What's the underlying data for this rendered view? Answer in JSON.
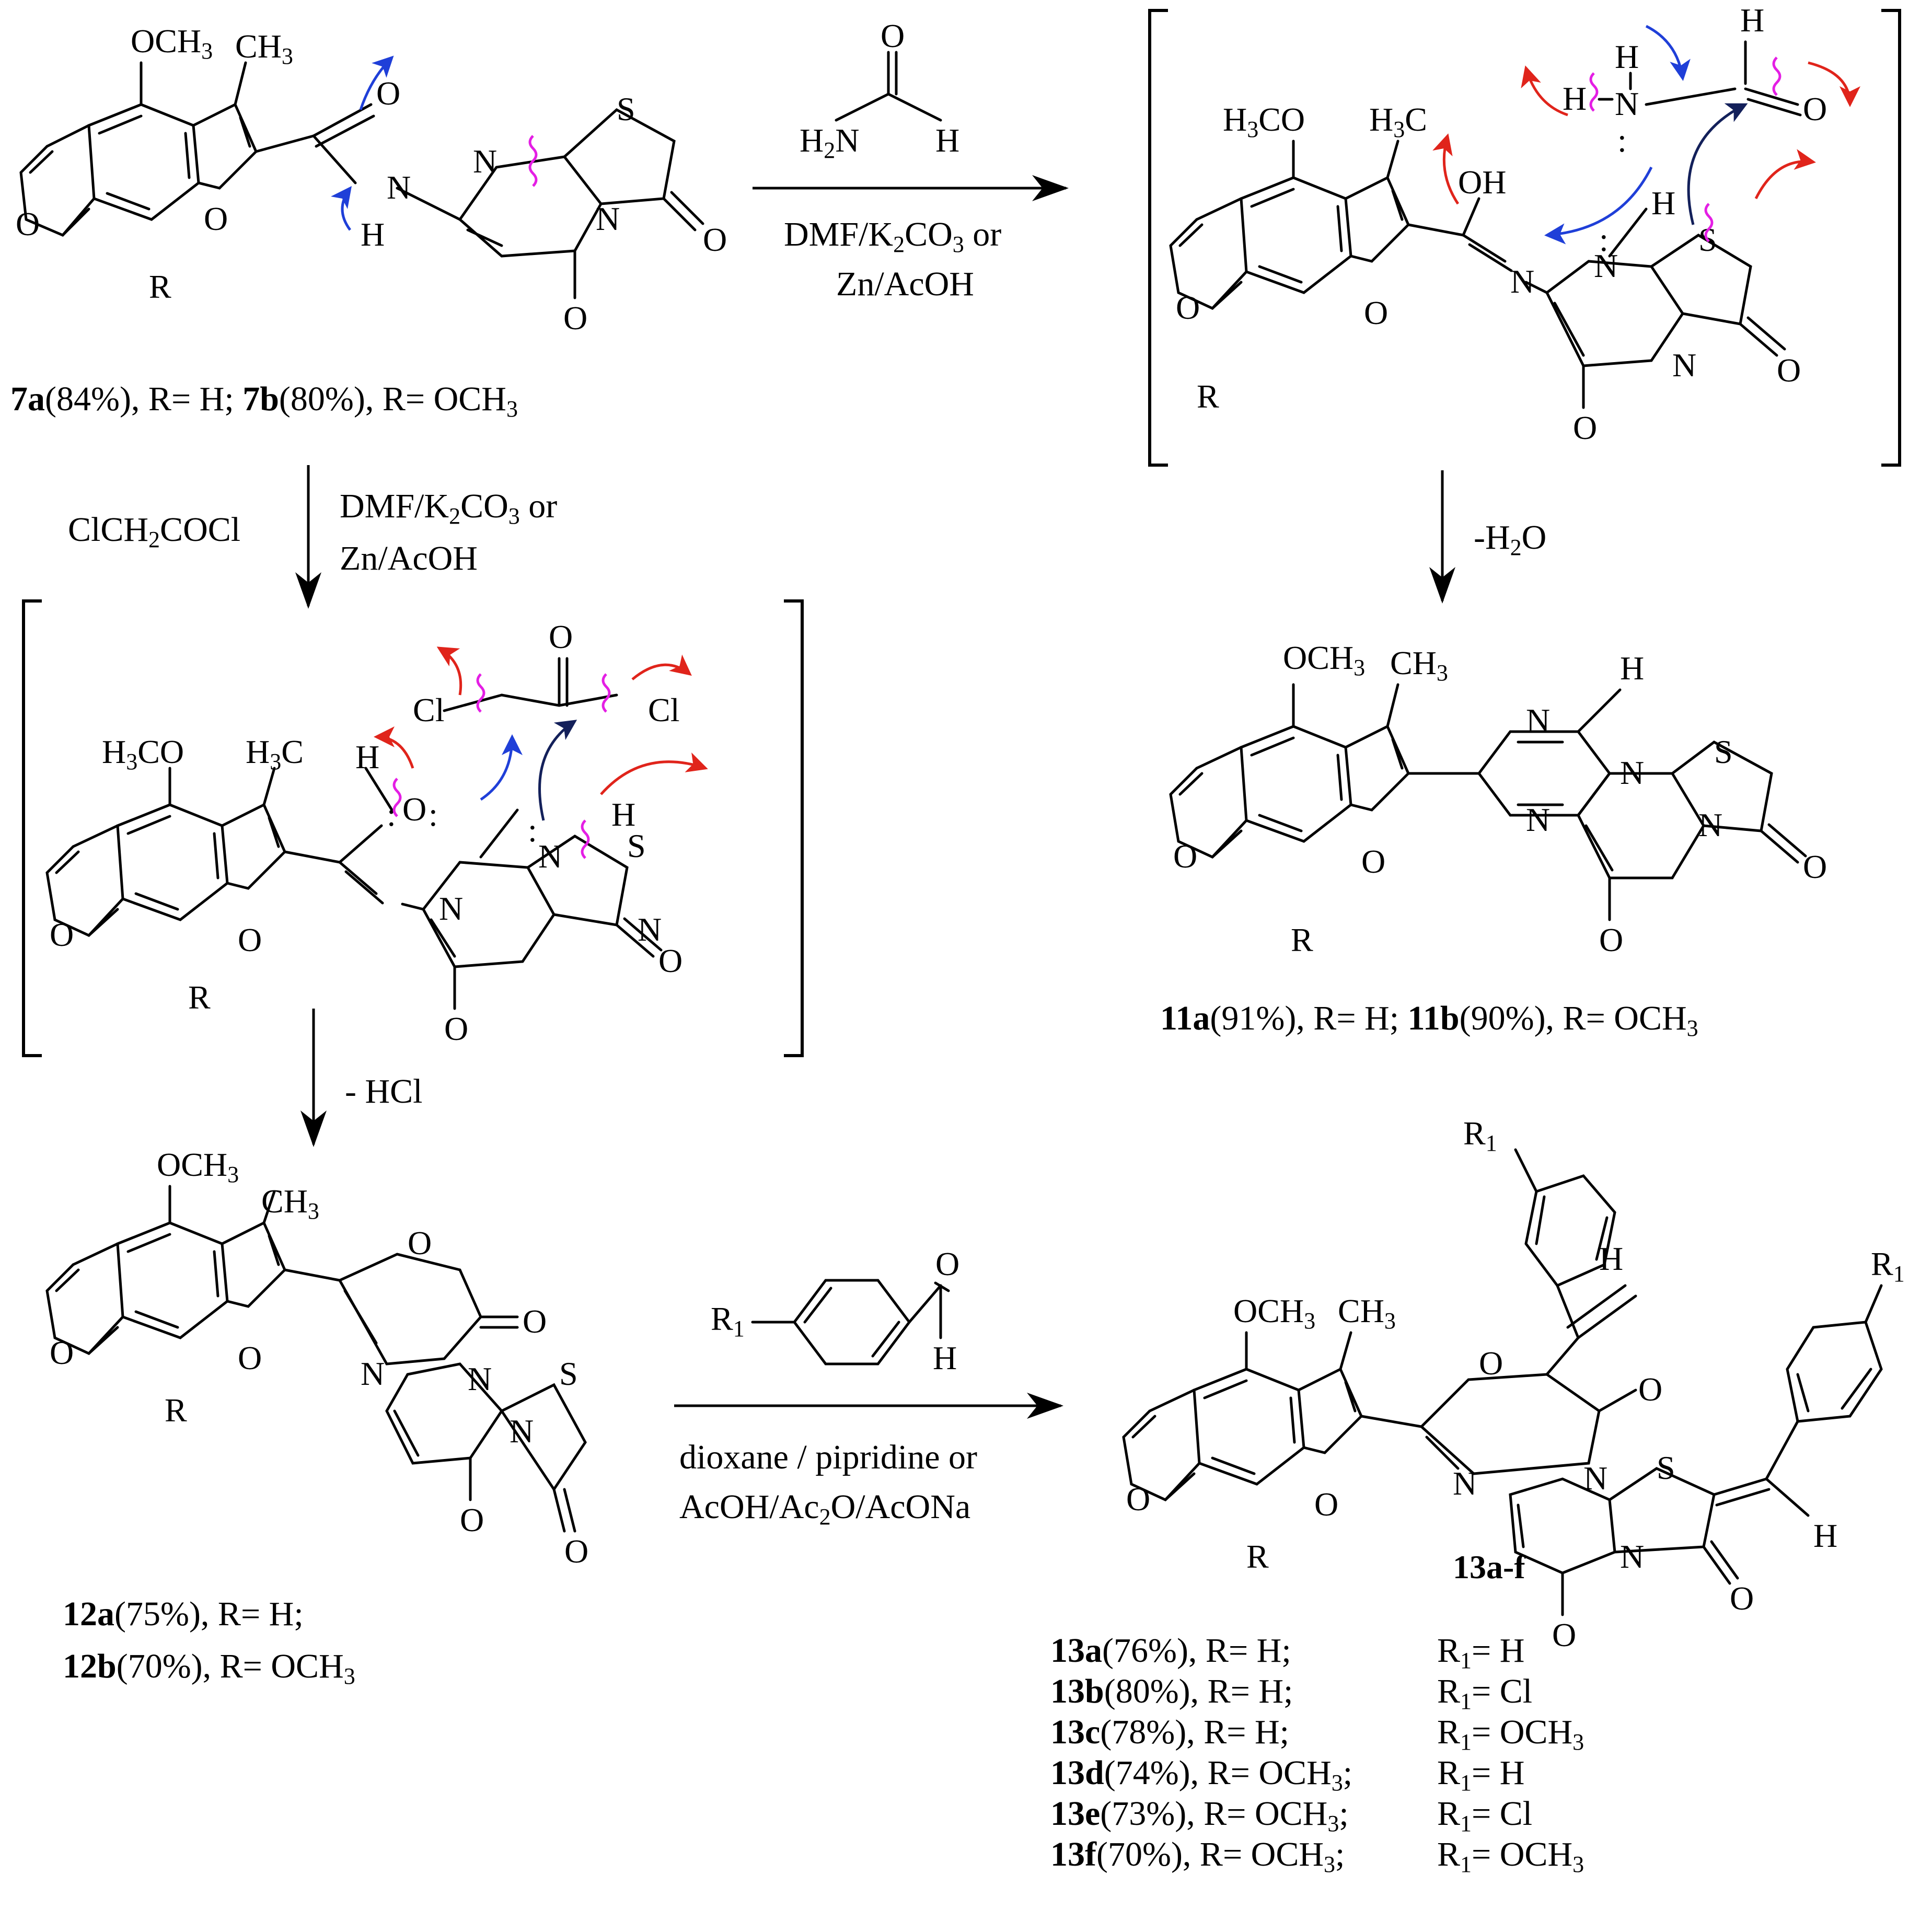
{
  "colors": {
    "mechanism_red": "#e0241b",
    "mechanism_blue": "#1f3fd8",
    "mechanism_navy": "#13205a",
    "cleavage_magenta": "#e41ee4"
  },
  "icons": {
    "cleavage_mark": "wavy-line",
    "electron_pair": "dot-pair",
    "curly_arrow": "curved-arrow"
  },
  "atoms": {
    "O": "O",
    "N": "N",
    "S": "S",
    "R": "R",
    "H": "H",
    "OH": "OH",
    "Cl": "Cl",
    "NH": "N",
    "OCH3": "OCH",
    "CH3": "CH",
    "H3CO": "H",
    "H3CO_tail": "CO",
    "H3C": "H",
    "H3C_tail": "C",
    "R1": "R",
    "sub3": "3",
    "sub1": "1",
    "sub2": "2",
    "lone_pair": ":"
  },
  "reagents": {
    "formamide": {
      "h2n_h": "H",
      "h2n_sub": "2",
      "h2n_n": "N",
      "o": "O",
      "h": "H"
    },
    "cond_top_1a": "DMF/K",
    "cond_sub2": "2",
    "cond_top_1b": "CO",
    "cond_sub3": "3",
    "cond_top_1c": " or",
    "cond_top_2": "Zn/AcOH",
    "minus_water_a": "-H",
    "minus_water_sub": "2",
    "minus_water_b": "O",
    "chloroacetyl_a": "ClCH",
    "chloroacetyl_sub": "2",
    "chloroacetyl_b": "COCl",
    "minus_hcl": "- HCl",
    "aldehyde_r": "R",
    "aldehyde_sub": "1",
    "aldehyde_o": "O",
    "aldehyde_h": "H",
    "cond_bottom_1": "dioxane / pipridine or",
    "cond_bottom_2a": "AcOH/Ac",
    "cond_bottom_2sub": "2",
    "cond_bottom_2b": "O/AcONa"
  },
  "captions": {
    "c7": {
      "id_a": "7a",
      "pct_a": "(84%), R= H; ",
      "id_b": "7b",
      "pct_b": "(80%), R= OCH",
      "sub": "3"
    },
    "c11": {
      "id_a": "11a",
      "pct_a": "(91%), R= H; ",
      "id_b": "11b",
      "pct_b": "(90%), R= OCH",
      "sub": "3"
    },
    "c12a": {
      "id": "12a",
      "text": "(75%),  R= H;"
    },
    "c12b": {
      "id": "12b",
      "text": "(70%),  R= OCH",
      "sub": "3"
    },
    "label13": "13a-f",
    "c13": [
      {
        "id": "13a",
        "pct": "(76%), R= H;",
        "r1": "R",
        "r1sub": "1",
        "r1val": "= H",
        "r1valsub": ""
      },
      {
        "id": "13b",
        "pct": "(80%), R= H;",
        "r1": "R",
        "r1sub": "1",
        "r1val": "= Cl",
        "r1valsub": ""
      },
      {
        "id": "13c",
        "pct": "(78%), R= H;",
        "r1": "R",
        "r1sub": "1",
        "r1val": "= OCH",
        "r1valsub": "3"
      },
      {
        "id": "13d",
        "pct": "(74%), R= OCH",
        "pctsub": "3",
        "pcttail": ";",
        "r1": "R",
        "r1sub": "1",
        "r1val": "= H",
        "r1valsub": ""
      },
      {
        "id": "13e",
        "pct": "(73%), R= OCH",
        "pctsub": "3",
        "pcttail": ";",
        "r1": "R",
        "r1sub": "1",
        "r1val": "= Cl",
        "r1valsub": ""
      },
      {
        "id": "13f",
        "pct": "(70%),  R= OCH",
        "pctsub": "3",
        "pcttail": ";",
        "r1": "R",
        "r1sub": "1",
        "r1val": "= OCH",
        "r1valsub": "3"
      }
    ]
  }
}
